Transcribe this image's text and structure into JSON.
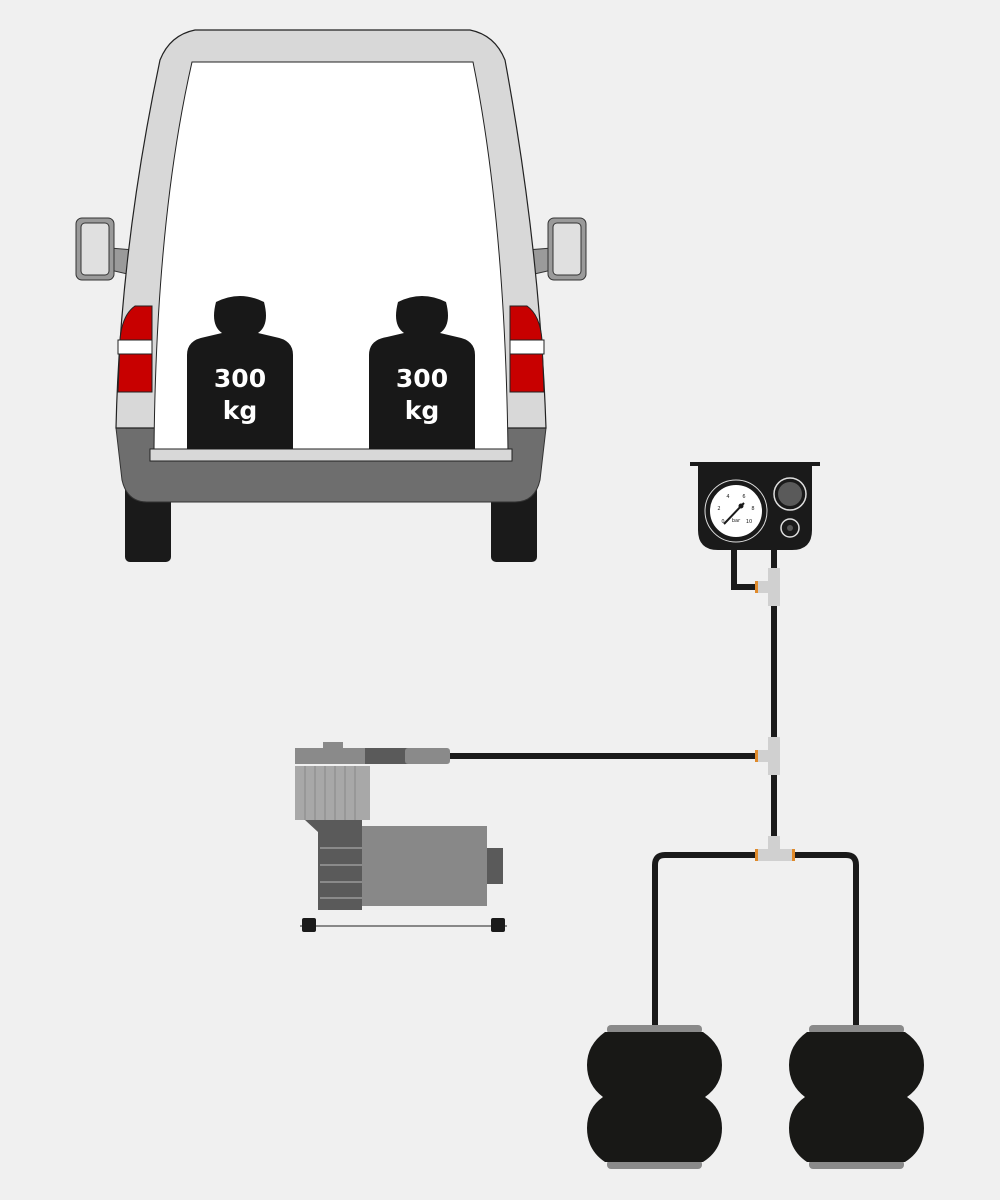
{
  "weights": [
    {
      "value": "300",
      "unit": "kg"
    },
    {
      "value": "300",
      "unit": "kg"
    }
  ],
  "gauge": {
    "ticks": [
      "0",
      "2",
      "4",
      "6",
      "8",
      "10"
    ],
    "unit": "bar"
  },
  "colors": {
    "background": "#f0f0f0",
    "van_body": "#d8d8d8",
    "bumper": "#6e6e6e",
    "tail_light": "#c80000",
    "hose": "#1a1a1a",
    "fitting": "#d0d0d0",
    "fitting_ring": "#e08a2a",
    "air_bag": "#181816",
    "compressor": "#888888"
  }
}
